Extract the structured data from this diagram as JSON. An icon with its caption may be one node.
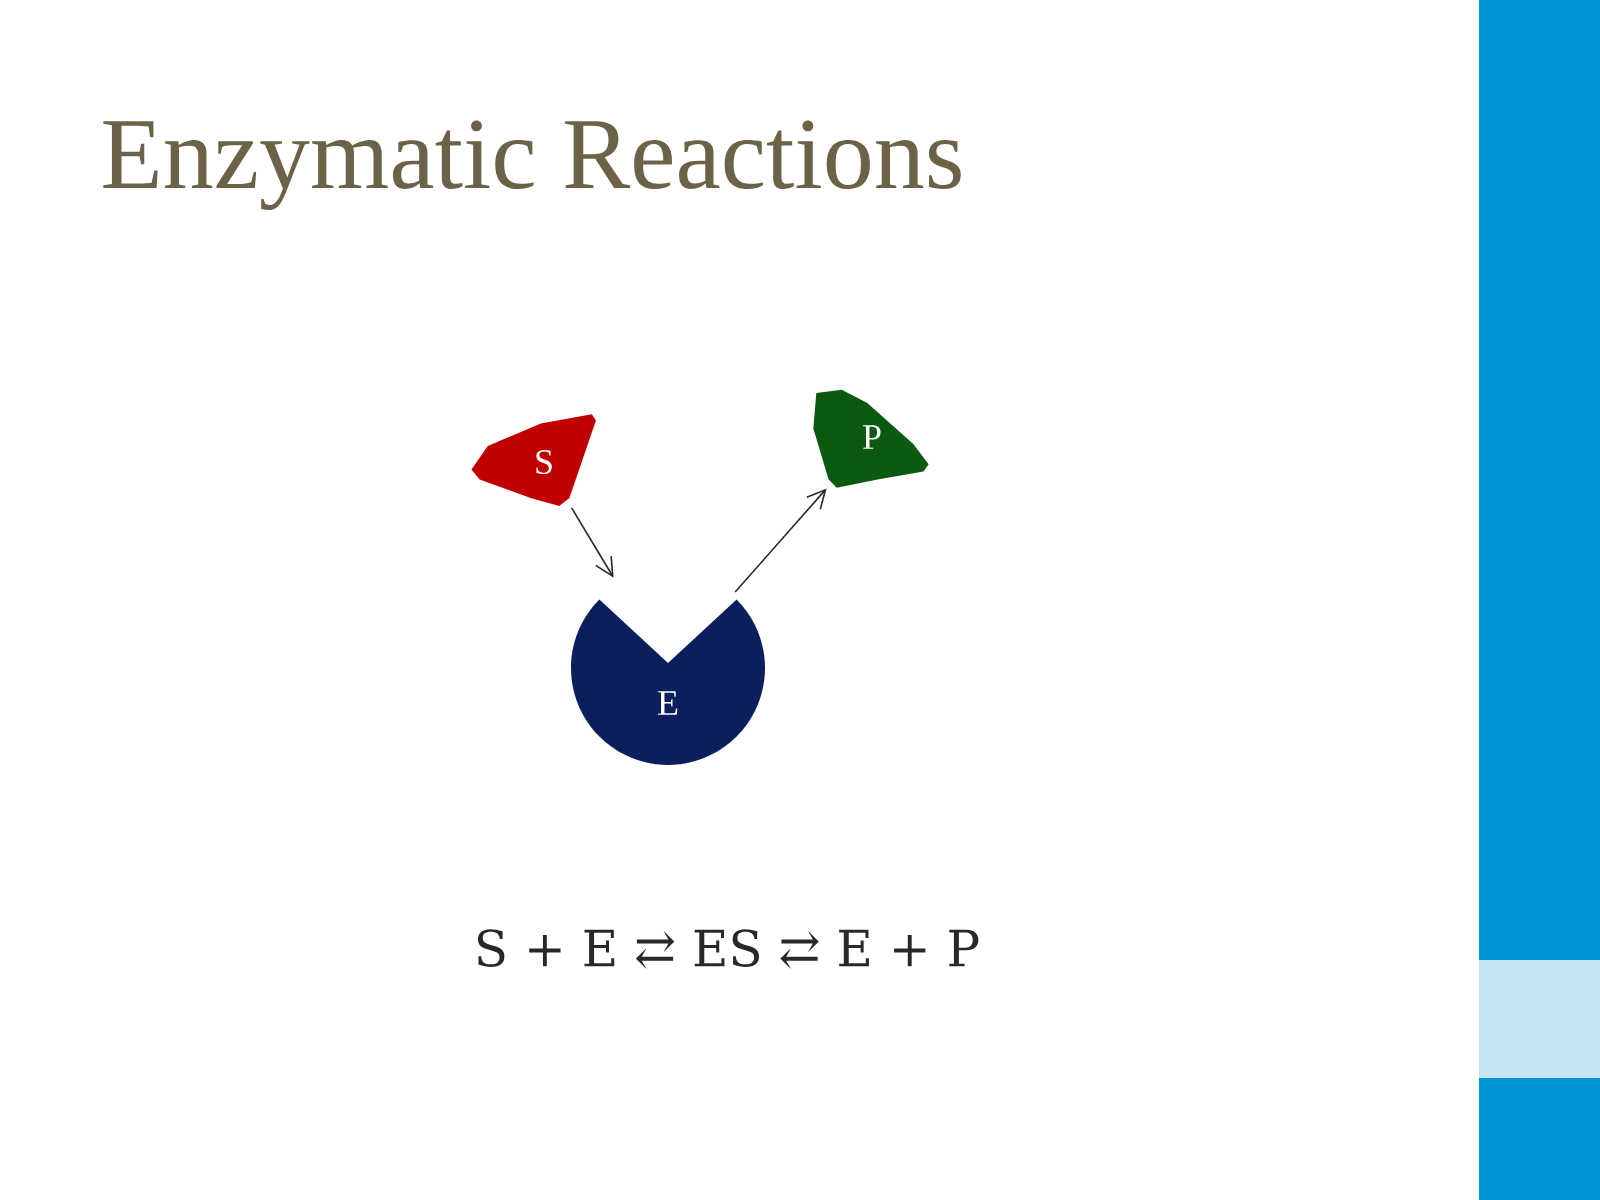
{
  "diagram": {
    "title": "Enzymatic Reactions",
    "nodes": [
      {
        "text": [
          "S"
        ]
      },
      {
        "text": [
          "P"
        ]
      },
      {
        "text": [
          "E"
        ]
      }
    ],
    "edges": [
      {
        "from": 0,
        "to": 2,
        "arrow": "to"
      },
      {
        "from": 2,
        "to": 1,
        "arrow": "to"
      }
    ],
    "labels": [
      "S + E ⇄ ES ⇄ E + P"
    ]
  }
}
